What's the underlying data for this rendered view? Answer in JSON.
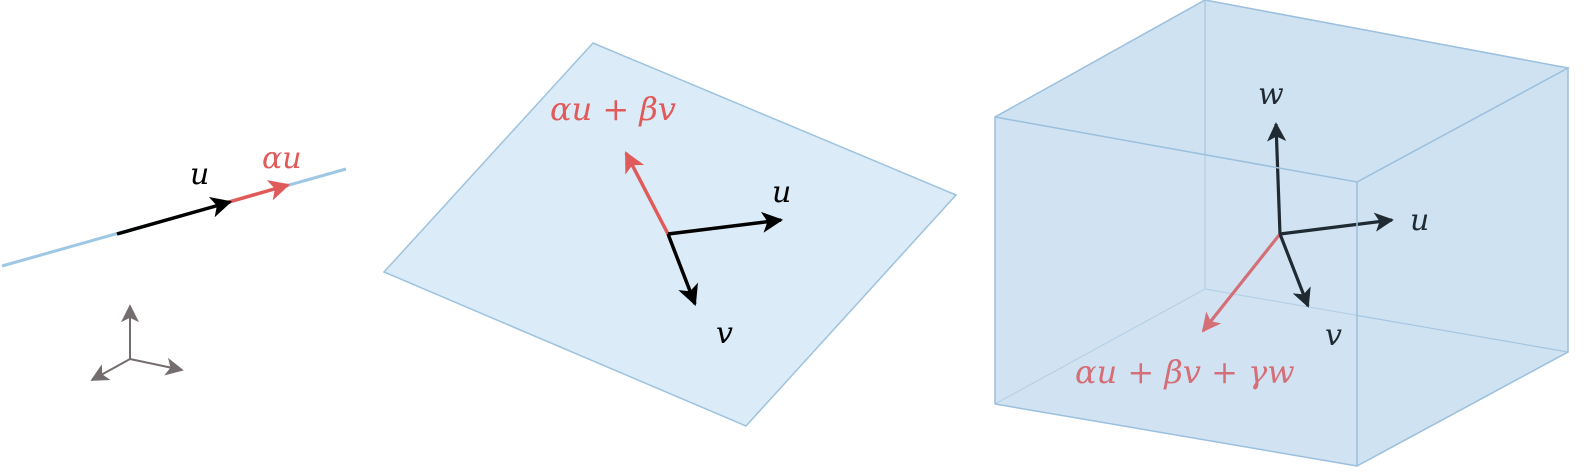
{
  "colors": {
    "line_blue": "#9ec7e3",
    "plane_fill": "#dcebf8",
    "plane_stroke": "#9ec3de",
    "cube_fill": "#cfe2f2",
    "cube_stroke": "#9bbfdc",
    "vector_black": "#000000",
    "vector_dark": "#1f2a33",
    "vector_red": "#e05a5a",
    "vector_red_muted": "#d46f77",
    "axis_gray": "#736d6d"
  },
  "panels": [
    {
      "id": "line",
      "labels": {
        "u": "u",
        "scaled": "αu"
      }
    },
    {
      "id": "plane",
      "labels": {
        "u": "u",
        "v": "v",
        "combo": "αu + βv"
      }
    },
    {
      "id": "cube",
      "labels": {
        "u": "u",
        "v": "v",
        "w": "w",
        "combo": "αu + βv + γw"
      }
    }
  ]
}
